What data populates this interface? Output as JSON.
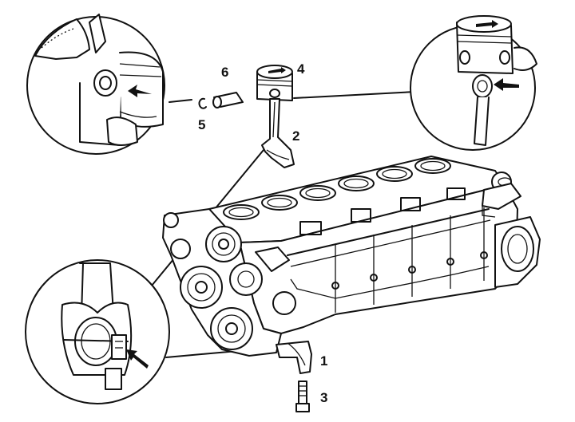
{
  "callouts": [
    {
      "id": "1",
      "label": "1"
    },
    {
      "id": "2",
      "label": "2"
    },
    {
      "id": "3",
      "label": "3"
    },
    {
      "id": "4",
      "label": "4"
    },
    {
      "id": "5",
      "label": "5"
    },
    {
      "id": "6",
      "label": "6"
    }
  ],
  "colors": {
    "ink": "#111111",
    "paper": "#ffffff"
  },
  "icons": [
    "arrow-icon"
  ]
}
